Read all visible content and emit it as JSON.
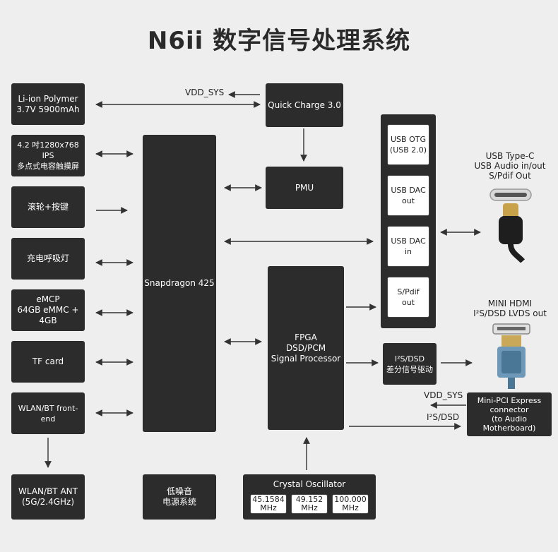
{
  "title": "N6ii 数字信号处理系统",
  "left_blocks": {
    "battery": [
      "Li-ion Polymer",
      "3.7V 5900mAh"
    ],
    "display": [
      "4.2 吋1280x768 IPS",
      "多点式电容触摸屏"
    ],
    "wheel": "滚轮+按键",
    "led": "充电呼吸灯",
    "emcp": [
      "eMCP",
      "64GB eMMC + 4GB"
    ],
    "tf": "TF card",
    "wlan": "WLAN/BT front-end",
    "ant": [
      "WLAN/BT ANT",
      "(5G/2.4GHz)"
    ]
  },
  "cpu": "Snapdragon 425",
  "qc": "Quick Charge 3.0",
  "pmu": "PMU",
  "fpga": [
    "FPGA",
    "DSD/PCM",
    "Signal Processor"
  ],
  "lownoise": [
    "低噪音",
    "电源系统"
  ],
  "crystal": {
    "title": "Crystal Oscillator",
    "freqs": [
      [
        "45.1584",
        "MHz"
      ],
      [
        "49.152",
        "MHz"
      ],
      [
        "100.000",
        "MHz"
      ]
    ]
  },
  "usb_group": {
    "otg": [
      "USB OTG",
      "(USB 2.0)"
    ],
    "dac_out": [
      "USB DAC",
      "out"
    ],
    "dac_in": [
      "USB DAC",
      "in"
    ],
    "spdif": [
      "S/Pdif",
      "out"
    ]
  },
  "i2s_driver": [
    "I²S/DSD",
    "差分信号驱动"
  ],
  "mini_pci": [
    "Mini-PCI Express",
    "connector",
    "(to Audio Motherboard)"
  ],
  "labels": {
    "vdd_sys_top": "VDD_SYS",
    "vdd_sys_bottom": "VDD_SYS",
    "i2s_dsd": "I²S/DSD",
    "usb_typec": [
      "USB Type-C",
      "USB Audio in/out",
      "S/Pdif Out"
    ],
    "mini_hdmi": [
      "MINI HDMI",
      "I²S/DSD LVDS out"
    ]
  },
  "colors": {
    "block": "#2c2c2c",
    "background": "#eeeeee",
    "line": "#333333"
  }
}
